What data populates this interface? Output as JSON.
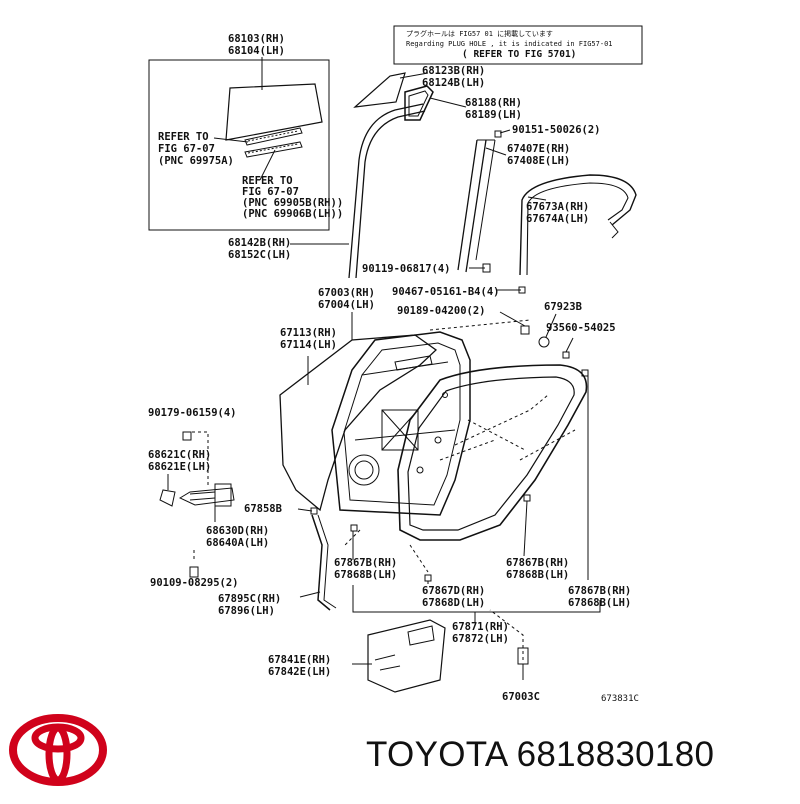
{
  "brand": {
    "name": "TOYOTA",
    "part_number": "6818830180",
    "logo_color": "#d0021b"
  },
  "note_box": {
    "line1": "プラグホールは FIG57 01 に掲載しています",
    "line2": "Regarding PLUG HOLE , it is indicated in FIG57-01",
    "line3": "( REFER TO FIG 5701)"
  },
  "illustration_id": "673831C",
  "labels": [
    {
      "id": "68103",
      "lines": [
        "68103(RH)",
        "68104(LH)"
      ]
    },
    {
      "id": "refer1",
      "lines": [
        "REFER TO",
        "FIG 67-07",
        "(PNC 69975A)"
      ]
    },
    {
      "id": "refer2",
      "lines": [
        "REFER TO",
        "FIG 67-07",
        "(PNC 69905B(RH))",
        "(PNC 69906B(LH))"
      ]
    },
    {
      "id": "68142",
      "lines": [
        "68142B(RH)",
        "68152C(LH)"
      ]
    },
    {
      "id": "68123",
      "lines": [
        "68123B(RH)",
        "68124B(LH)"
      ]
    },
    {
      "id": "68188",
      "lines": [
        "68188(RH)",
        "68189(LH)"
      ]
    },
    {
      "id": "90151",
      "lines": [
        "90151-50026(2)"
      ]
    },
    {
      "id": "67407",
      "lines": [
        "67407E(RH)",
        "67408E(LH)"
      ]
    },
    {
      "id": "67673",
      "lines": [
        "67673A(RH)",
        "67674A(LH)"
      ]
    },
    {
      "id": "90119",
      "lines": [
        "90119-06817(4)"
      ]
    },
    {
      "id": "90467",
      "lines": [
        "90467-05161-B4(4)"
      ]
    },
    {
      "id": "67003",
      "lines": [
        "67003(RH)",
        "67004(LH)"
      ]
    },
    {
      "id": "90189",
      "lines": [
        "90189-04200(2)"
      ]
    },
    {
      "id": "67923",
      "lines": [
        "67923B"
      ]
    },
    {
      "id": "93560",
      "lines": [
        "93560-54025"
      ]
    },
    {
      "id": "67113",
      "lines": [
        "67113(RH)",
        "67114(LH)"
      ]
    },
    {
      "id": "90179",
      "lines": [
        "90179-06159(4)"
      ]
    },
    {
      "id": "68621",
      "lines": [
        "68621C(RH)",
        "68621E(LH)"
      ]
    },
    {
      "id": "67858",
      "lines": [
        "67858B"
      ]
    },
    {
      "id": "68630",
      "lines": [
        "68630D(RH)",
        "68640A(LH)"
      ]
    },
    {
      "id": "90109",
      "lines": [
        "90109-08295(2)"
      ]
    },
    {
      "id": "67895",
      "lines": [
        "67895C(RH)",
        "67896(LH)"
      ]
    },
    {
      "id": "67867a",
      "lines": [
        "67867B(RH)",
        "67868B(LH)"
      ]
    },
    {
      "id": "67867D",
      "lines": [
        "67867D(RH)",
        "67868D(LH)"
      ]
    },
    {
      "id": "67867b",
      "lines": [
        "67867B(RH)",
        "67868B(LH)"
      ]
    },
    {
      "id": "67867c",
      "lines": [
        "67867B(RH)",
        "67868B(LH)"
      ]
    },
    {
      "id": "67871",
      "lines": [
        "67871(RH)",
        "67872(LH)"
      ]
    },
    {
      "id": "67841",
      "lines": [
        "67841E(RH)",
        "67842E(LH)"
      ]
    },
    {
      "id": "67003C",
      "lines": [
        "67003C"
      ]
    }
  ]
}
